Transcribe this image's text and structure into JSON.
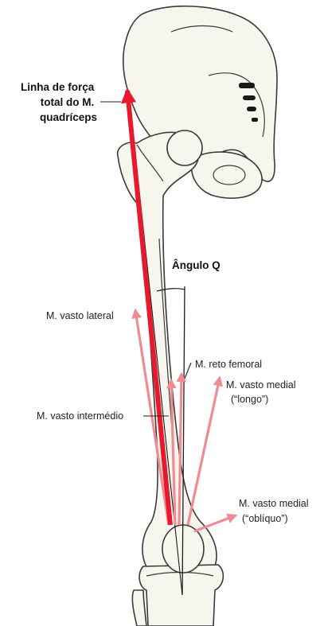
{
  "labels": {
    "total_force_line": [
      "Linha de força",
      "total do M.",
      "quadríceps"
    ],
    "q_angle": "Ângulo Q",
    "vastus_lateralis": "M. vasto lateral",
    "rectus_femoris": "M. reto femoral",
    "vastus_medialis_long": [
      "M. vasto medial",
      "(“longo”)"
    ],
    "vastus_intermedius": "M. vasto intermédio",
    "vastus_medialis_oblique": [
      "M. vasto medial",
      "(“oblíquo”)"
    ]
  },
  "colors": {
    "total_force_arrow": "#e8192c",
    "muscle_arrows": "#f08a93",
    "bone_fill": "#f7f6ee",
    "outline": "#3a3a3a"
  }
}
